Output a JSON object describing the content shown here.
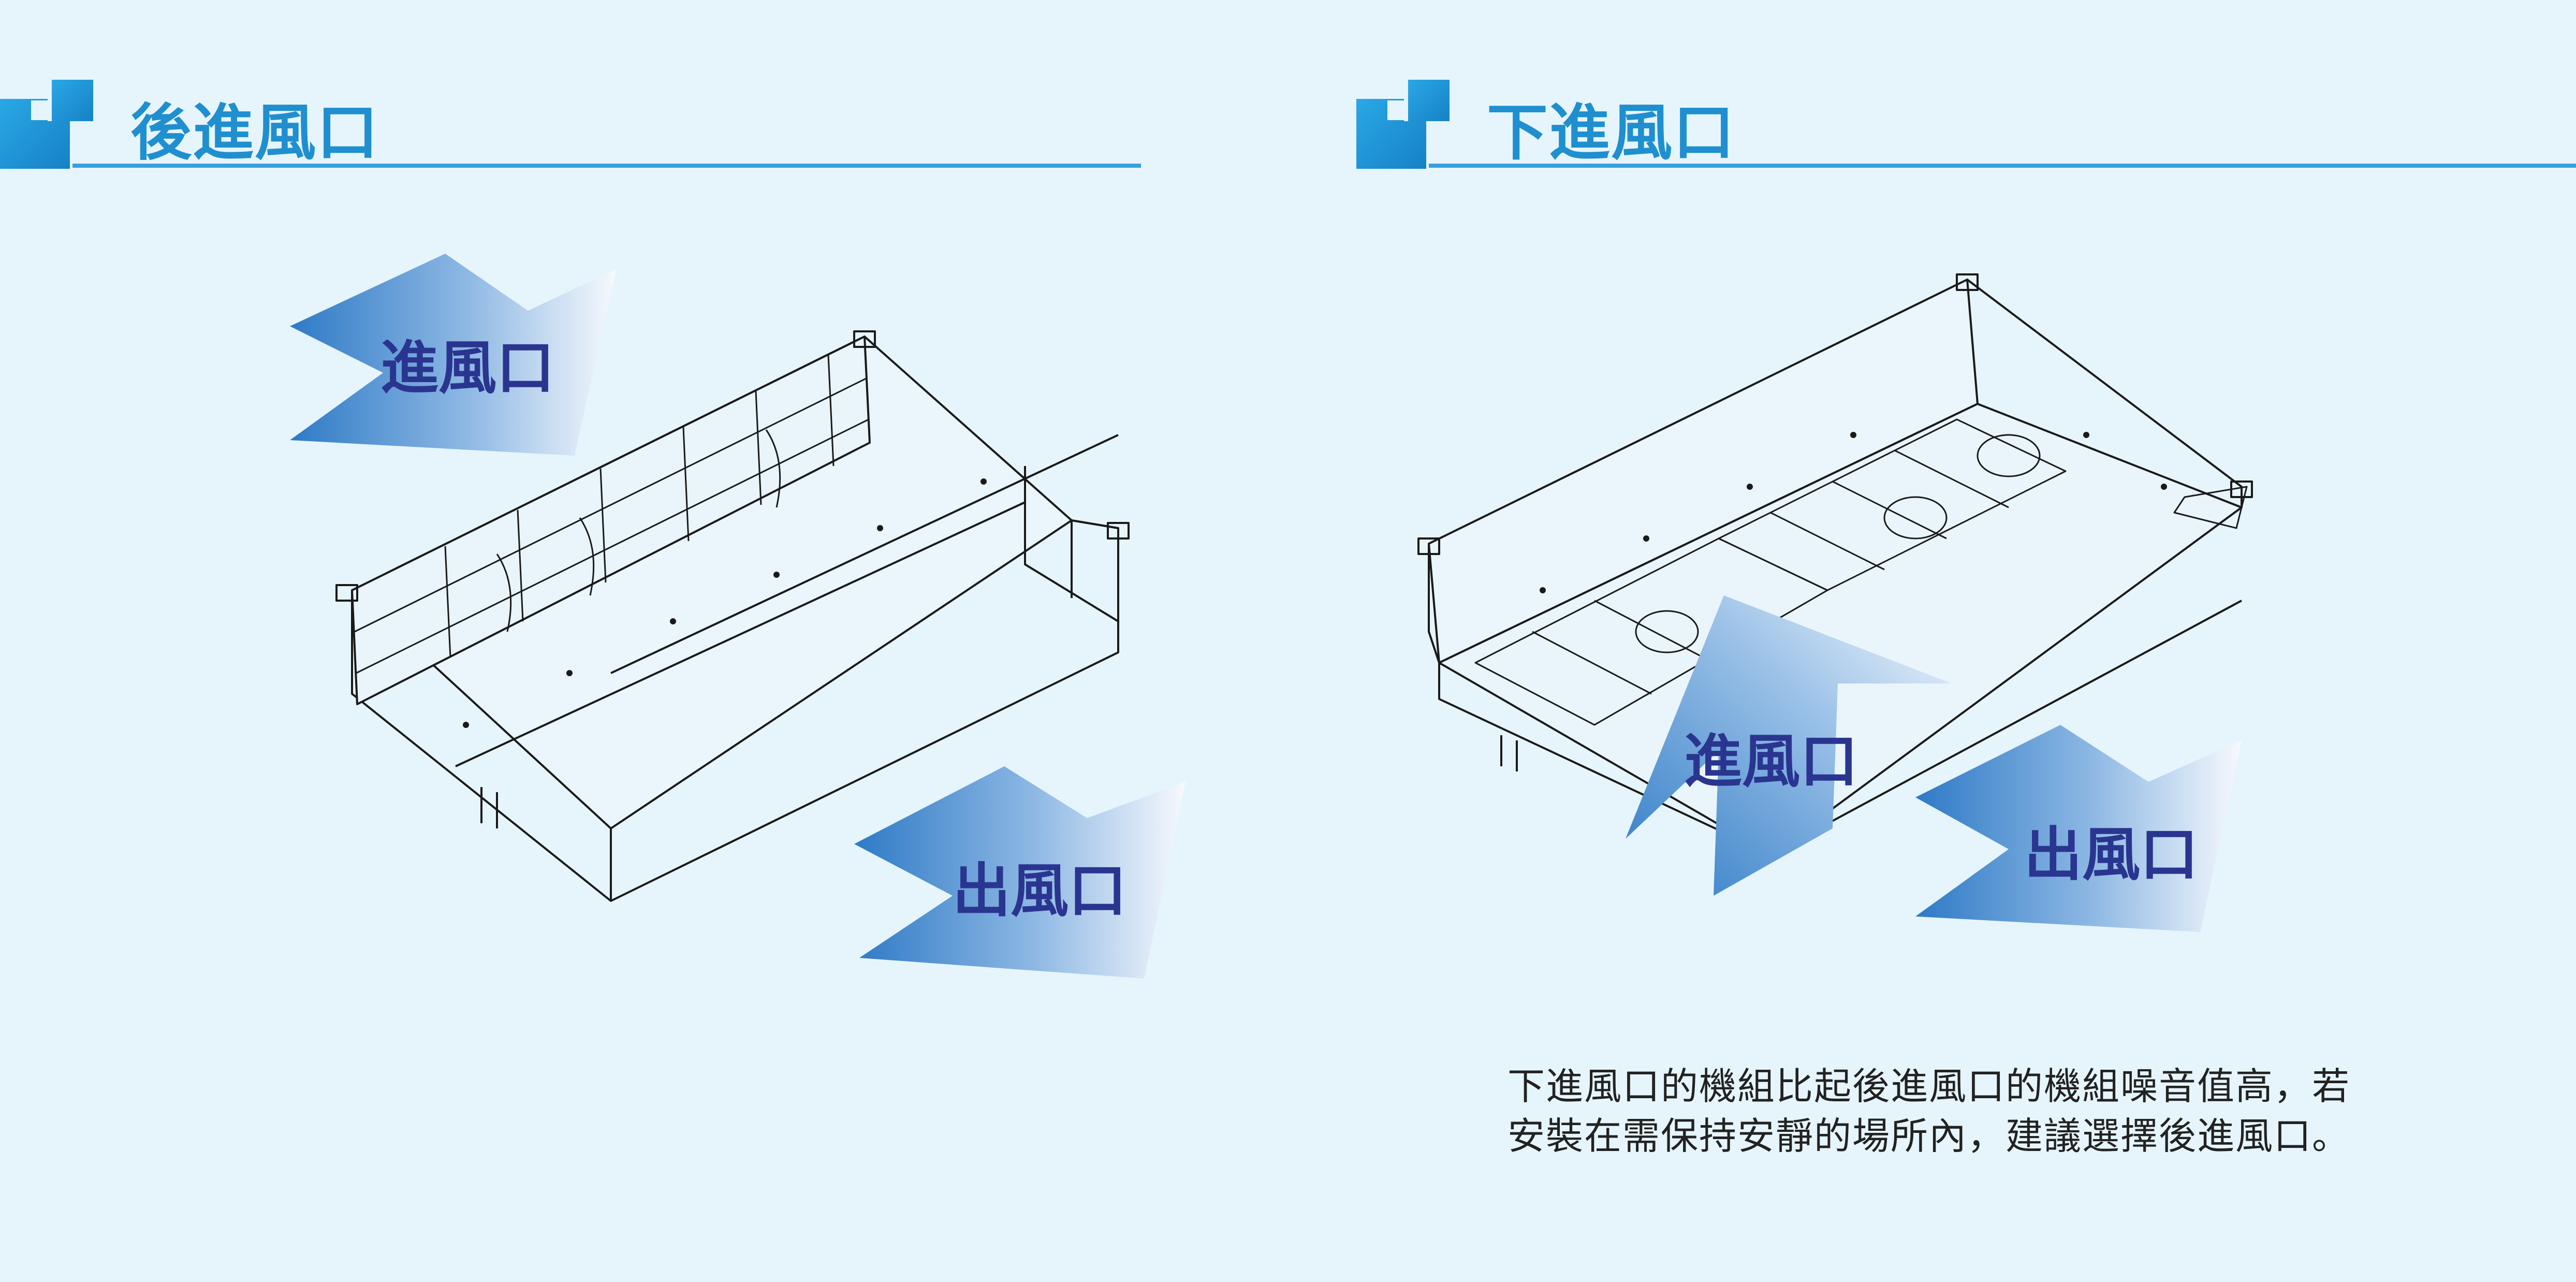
{
  "sections": {
    "rear": {
      "title": "後進風口",
      "intake_label": "進風口",
      "outlet_label": "出風口"
    },
    "bottom": {
      "title": "下進風口",
      "intake_label": "進風口",
      "outlet_label": "出風口"
    }
  },
  "note": "下進風口的機組比起後進風口的機組噪音值高，若安裝在需保持安靜的場所內，建議選擇後進風口。",
  "colors": {
    "accent": "#1f8fcf",
    "arrow_start": "#2e7ac6",
    "label": "#2a3590",
    "background": "#e6f5fc"
  }
}
